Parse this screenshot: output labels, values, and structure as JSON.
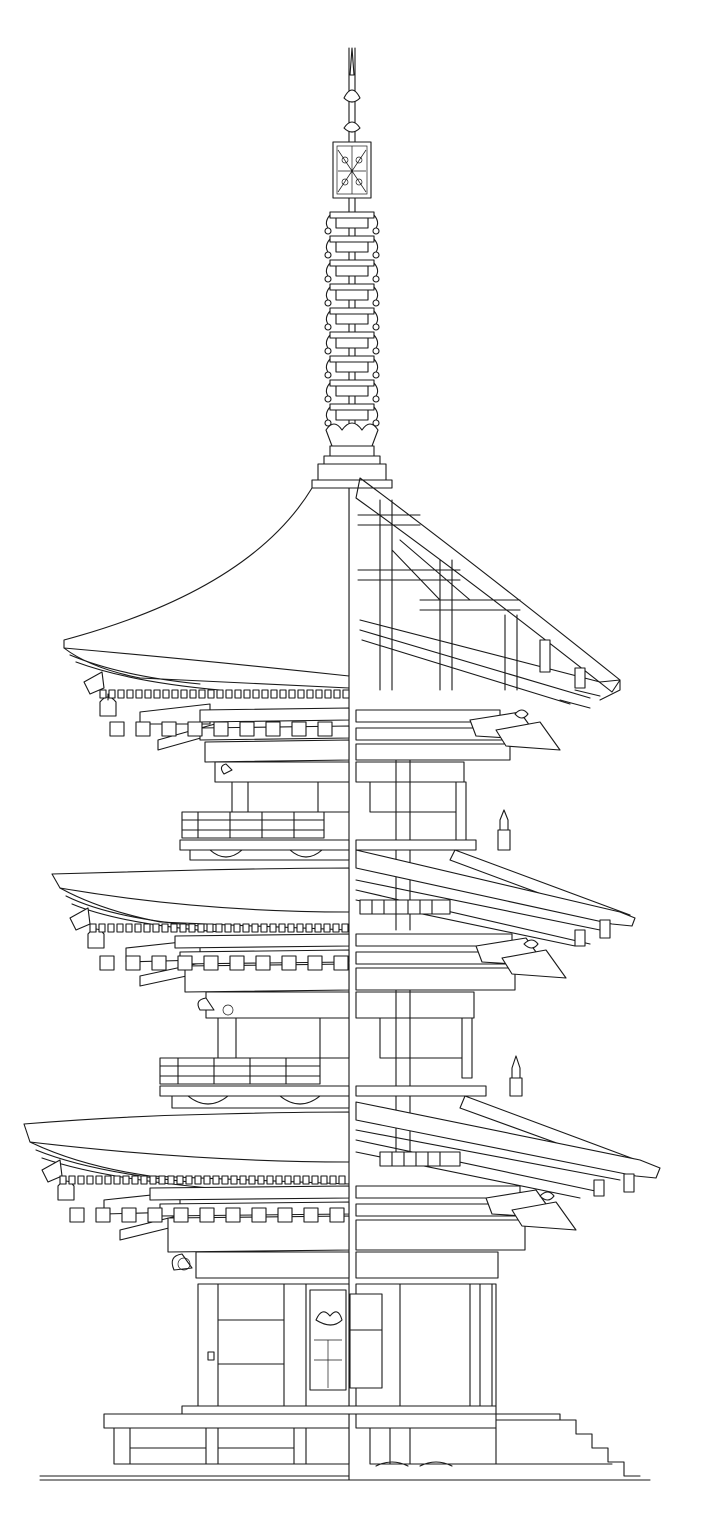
{
  "drawing": {
    "subject": "",
    "style": "black line drawing on white, half elevation (left) and half section (right)",
    "tiers": 3,
    "spire_rings": 9,
    "colors": {
      "line": "#1a1a1a",
      "background": "#ffffff"
    }
  }
}
